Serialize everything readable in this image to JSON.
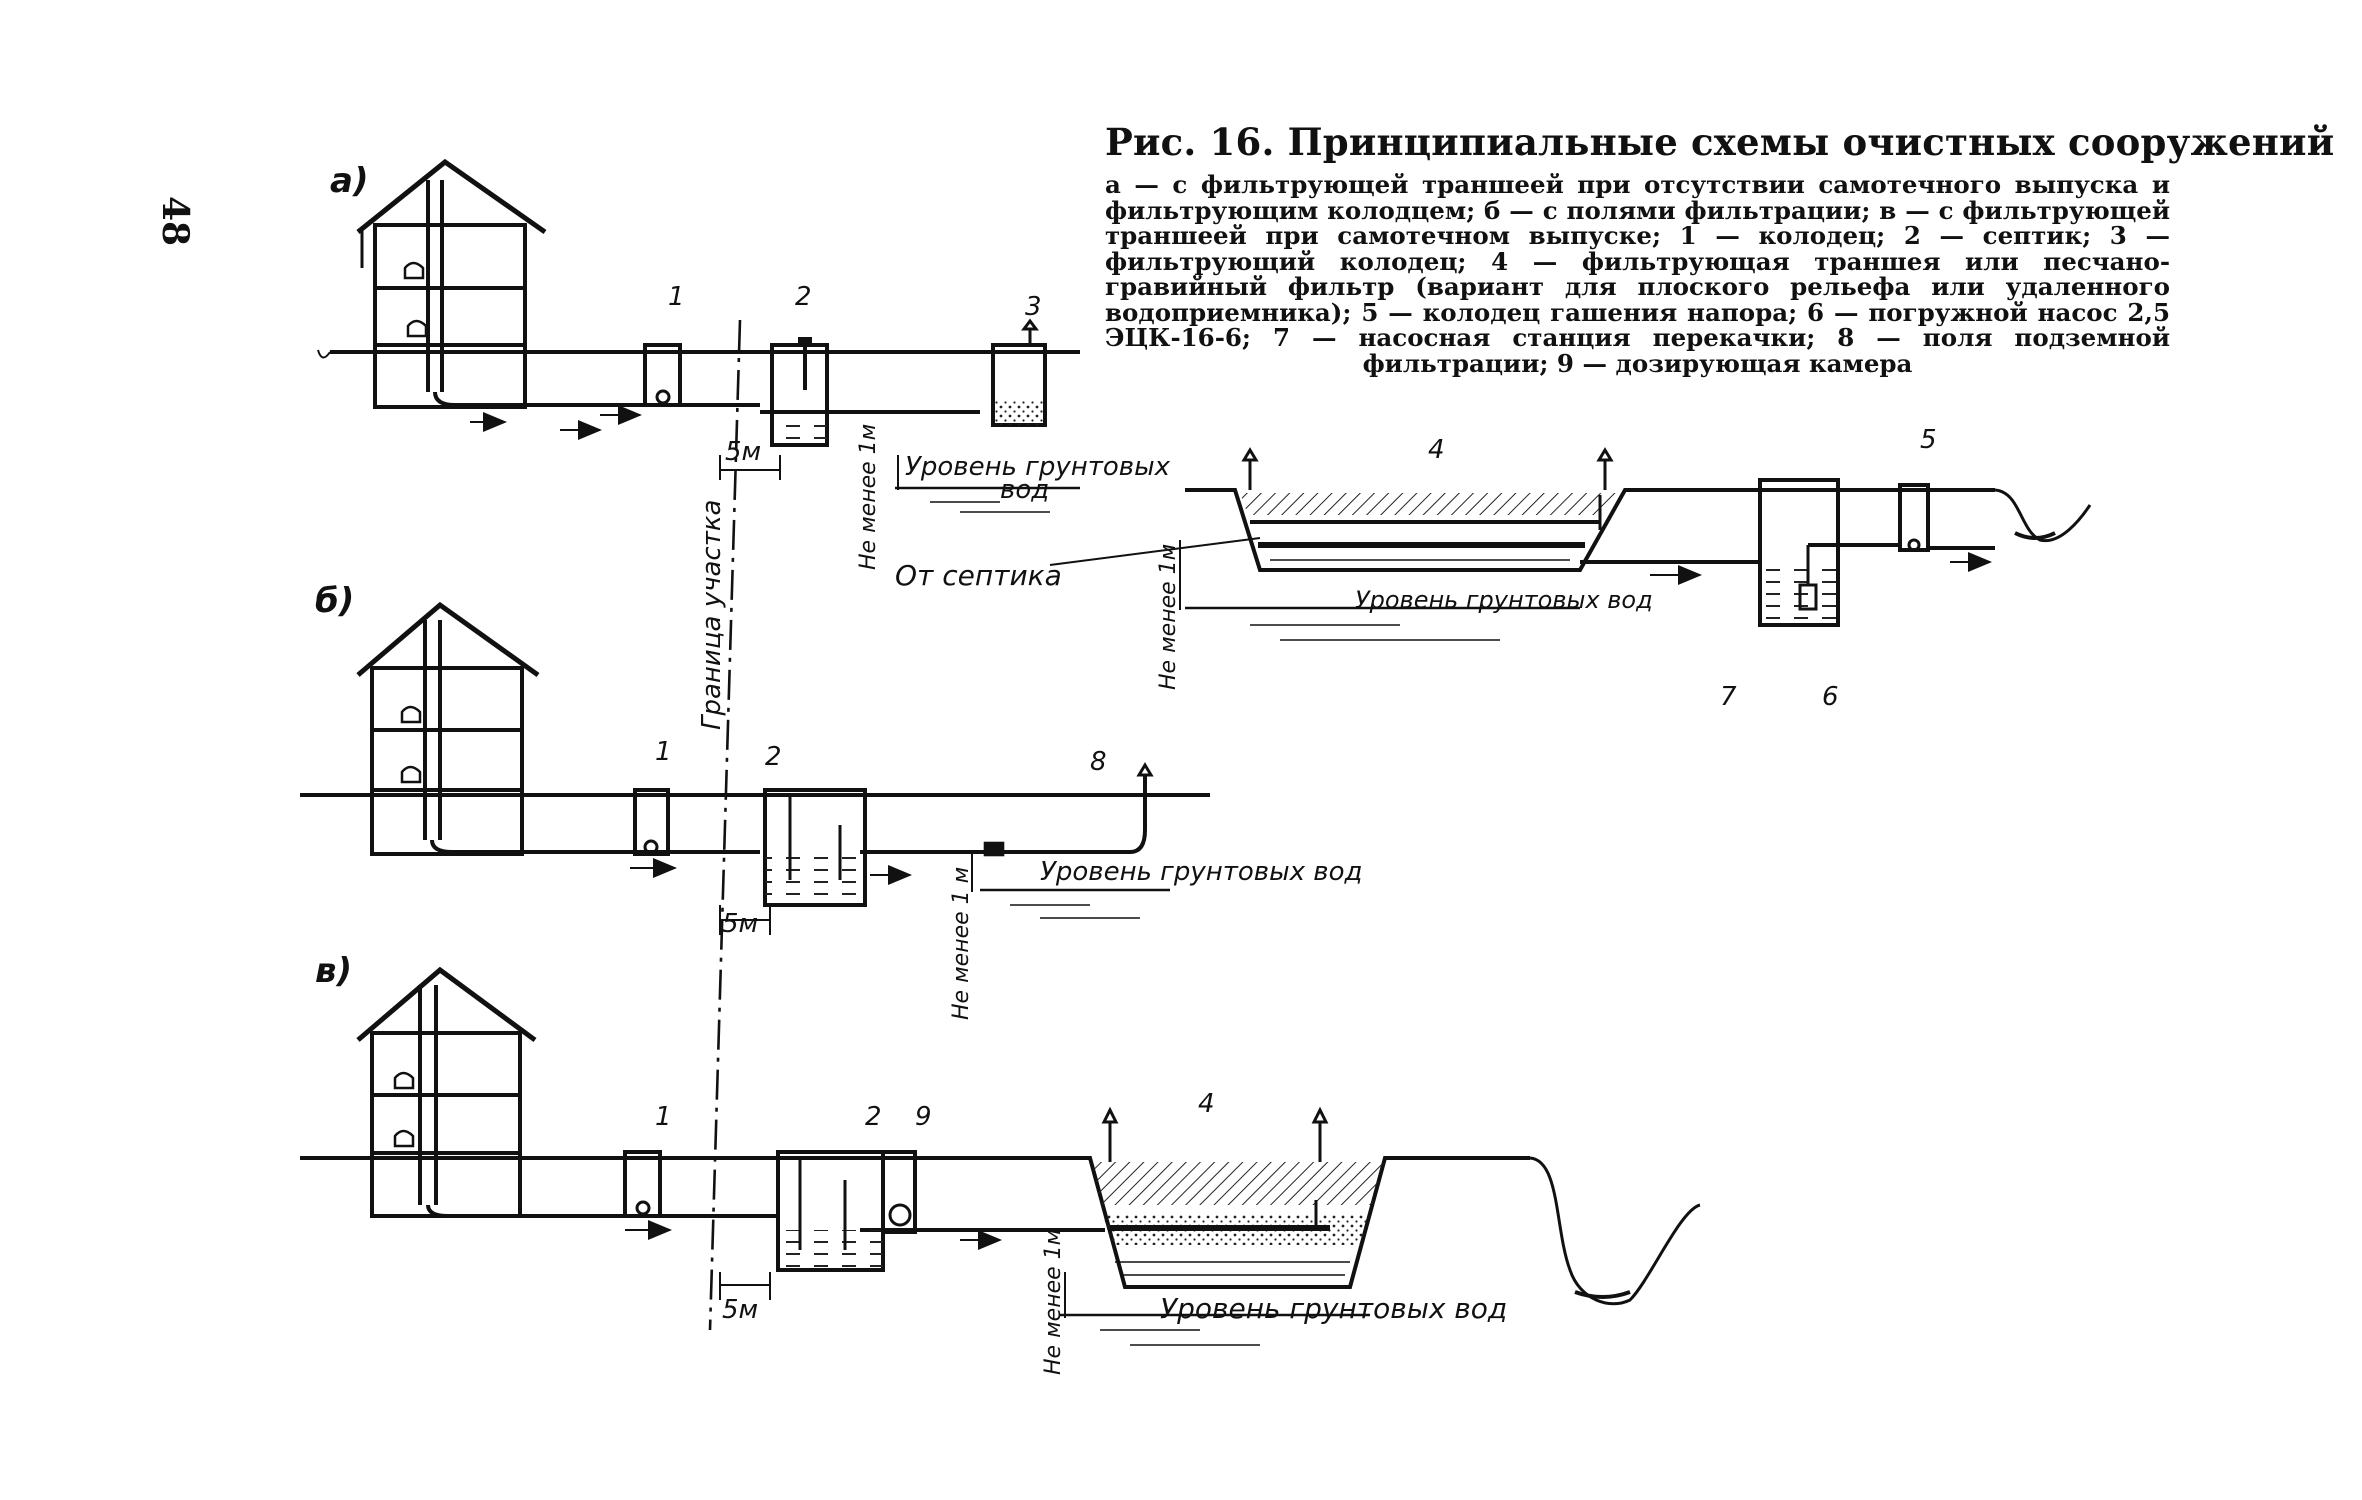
{
  "page_number": "48",
  "figure": {
    "title": "Рис. 16. Принципиальные схемы очистных сооружений",
    "description": "а — с фильтрующей траншеей при отсутствии самотечного выпуска и фильтрующим колодцем; б — с полями фильтрации; в — с фильтрующей траншеей при самотечном выпуске; 1 — колодец; 2 — септик; 3 — фильтрующий колодец; 4 — фильтрующая траншея или песчано-гравийный фильтр (вариант для плоского рельефа или удаленного водоприемника); 5 — колодец гашения напора; 6 — погружной насос 2,5 ЭЦК-16-6; 7 — насосная станция перекачки; 8 — поля подземной фильтрации; 9 — дозирующая камера"
  },
  "schemes": {
    "a": {
      "label": "а)"
    },
    "b": {
      "label": "б)"
    },
    "v": {
      "label": "в)"
    }
  },
  "numbers": {
    "n1": "1",
    "n2": "2",
    "n3": "3",
    "n4": "4",
    "n5": "5",
    "n6": "6",
    "n7": "7",
    "n8": "8",
    "n9": "9"
  },
  "annotations": {
    "boundary": "Граница участка",
    "dist_5m": "5м",
    "min_1m": "Не менее 1 м",
    "min_1m_short": "Не менее 1м",
    "groundwater": "Уровень грунтовых вод",
    "groundwater_line1": "Уровень грунтовых",
    "groundwater_line2": "вод",
    "from_septic": "От септика"
  }
}
